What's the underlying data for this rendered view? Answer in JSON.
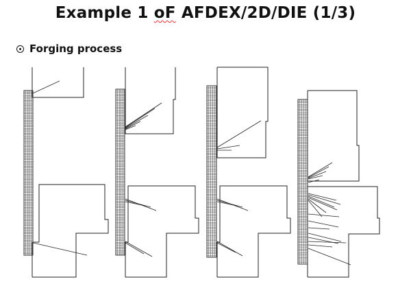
{
  "slide": {
    "title_part1": "Example 1 ",
    "title_flagged": "oF",
    "title_part2": " AFDEX/2D/DIE (1/3)",
    "bullet": {
      "icon": "circle-dot-bullet-icon",
      "text": "Forging process"
    }
  },
  "figure": {
    "stages": [
      {
        "name": "stage-1"
      },
      {
        "name": "stage-2"
      },
      {
        "name": "stage-3"
      },
      {
        "name": "stage-4"
      }
    ],
    "colors": {
      "outline": "#222222",
      "mesh": "#2a2a2a"
    }
  }
}
